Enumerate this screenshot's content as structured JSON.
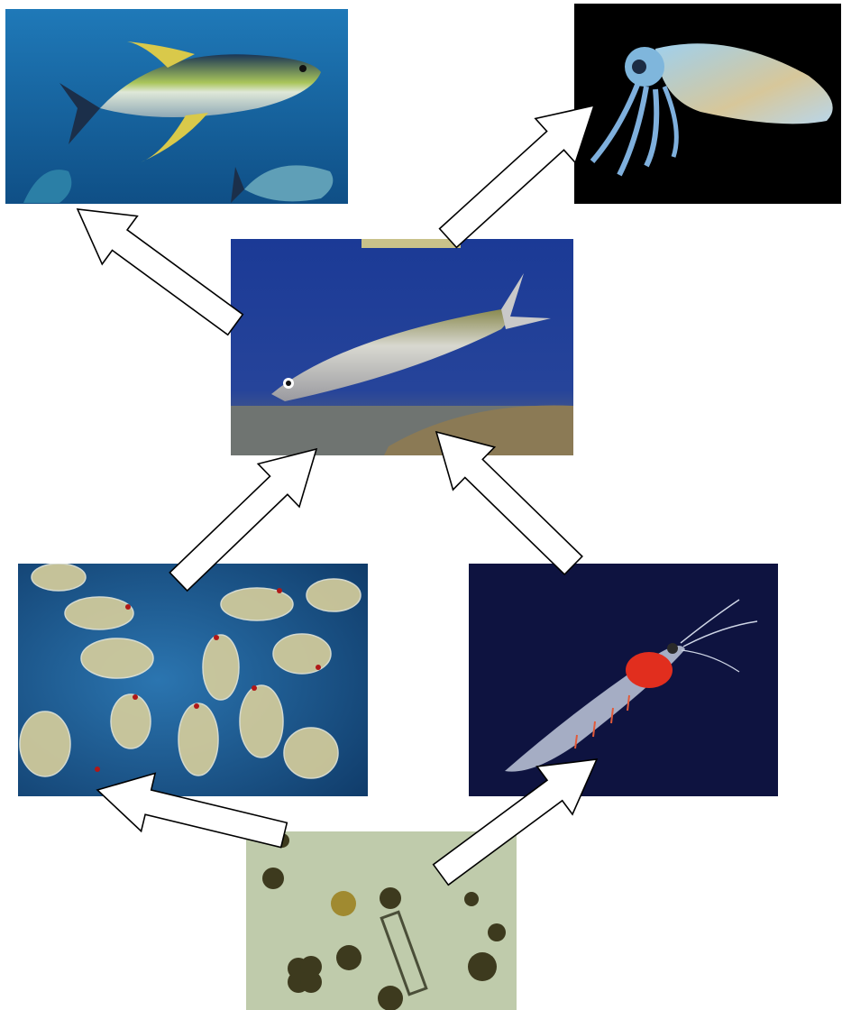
{
  "diagram": {
    "type": "food-web",
    "nodes": [
      {
        "id": "tuna",
        "icon": "tuna-photo",
        "bg": "#1d6fae"
      },
      {
        "id": "squid",
        "icon": "squid-photo",
        "bg": "#000000"
      },
      {
        "id": "sardine",
        "icon": "sardine-photo",
        "bg": "#1c3a8c"
      },
      {
        "id": "copepods",
        "icon": "copepod-photo",
        "bg": "#1e5c8f"
      },
      {
        "id": "krill",
        "icon": "krill-photo",
        "bg": "#0e1340"
      },
      {
        "id": "phytoplankton",
        "icon": "phytoplankton-photo",
        "bg": "#b9c7a4"
      }
    ],
    "edges": [
      {
        "from": "phytoplankton",
        "to": "copepods"
      },
      {
        "from": "phytoplankton",
        "to": "krill"
      },
      {
        "from": "copepods",
        "to": "sardine"
      },
      {
        "from": "krill",
        "to": "sardine"
      },
      {
        "from": "sardine",
        "to": "tuna"
      },
      {
        "from": "sardine",
        "to": "squid"
      }
    ],
    "arrow_style": {
      "fill": "#ffffff",
      "stroke": "#000000"
    }
  }
}
